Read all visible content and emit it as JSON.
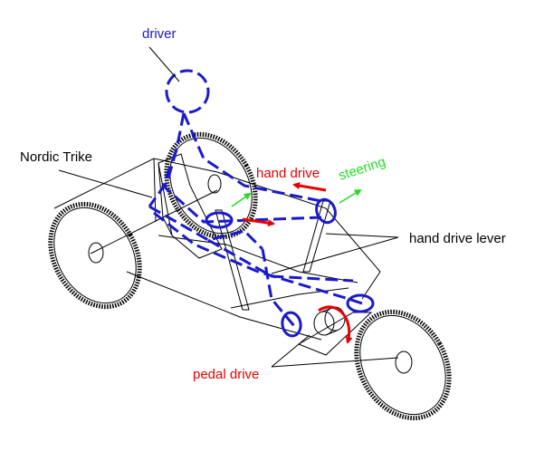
{
  "labels": {
    "driver": "driver",
    "nordic_trike": "Nordic Trike",
    "hand_drive": "hand drive",
    "steering": "steering",
    "hand_drive_lever": "hand drive lever",
    "pedal_drive": "pedal drive"
  },
  "colors": {
    "outline": "#000000",
    "driver": "#1a1acc",
    "hand_drive": "#e60000",
    "steering": "#22dd22",
    "pedal_drive": "#e60000"
  }
}
